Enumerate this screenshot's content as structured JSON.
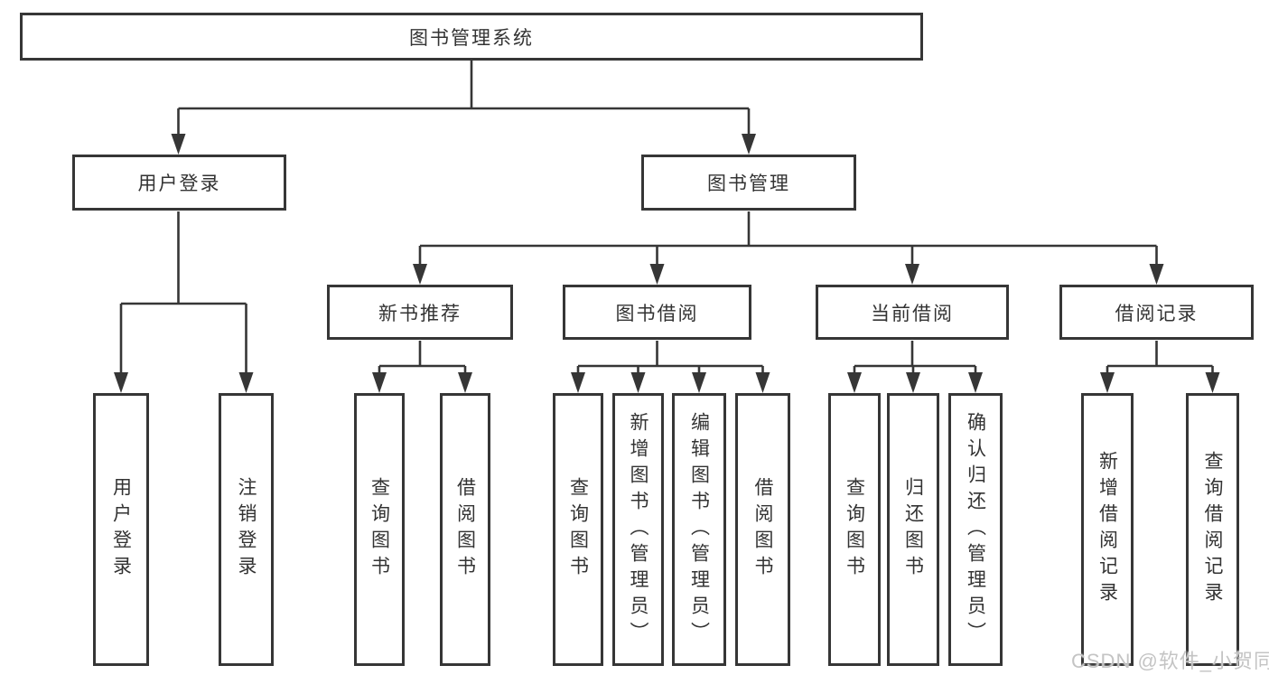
{
  "tree": {
    "root": {
      "label": "图书管理系统"
    },
    "branches": [
      {
        "label": "用户登录",
        "children": [
          "用户登录",
          "注销登录"
        ]
      },
      {
        "label": "图书管理",
        "sections": [
          {
            "label": "新书推荐",
            "children": [
              "查询图书",
              "借阅图书"
            ]
          },
          {
            "label": "图书借阅",
            "children": [
              "查询图书",
              "新增图书（管理员）",
              "编辑图书（管理员）",
              "借阅图书"
            ]
          },
          {
            "label": "当前借阅",
            "children": [
              "查询图书",
              "归还图书",
              "确认归还（管理员）"
            ]
          },
          {
            "label": "借阅记录",
            "children": [
              "新增借阅记录",
              "查询借阅记录"
            ]
          }
        ]
      }
    ]
  },
  "watermark": "CSDN @软件_小贺同学",
  "colors": {
    "line": "#363636",
    "text": "#333333",
    "watermark": "#c4c4c4",
    "background": "#ffffff"
  }
}
